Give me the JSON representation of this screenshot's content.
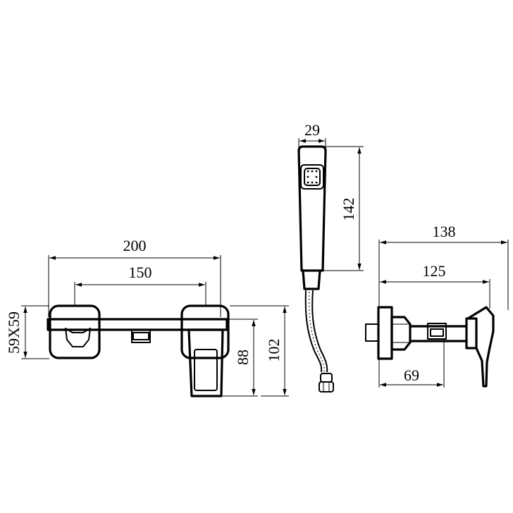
{
  "drawing": {
    "dimensions": {
      "front_width": "200",
      "front_mount": "150",
      "plate_size": "59X59",
      "front_spout_depth": "88",
      "front_total_depth": "102",
      "handshower_width": "29",
      "handshower_length": "142",
      "side_total": "138",
      "side_projection": "125",
      "side_body": "69"
    },
    "colors": {
      "line": "#000000",
      "background": "#ffffff"
    }
  }
}
